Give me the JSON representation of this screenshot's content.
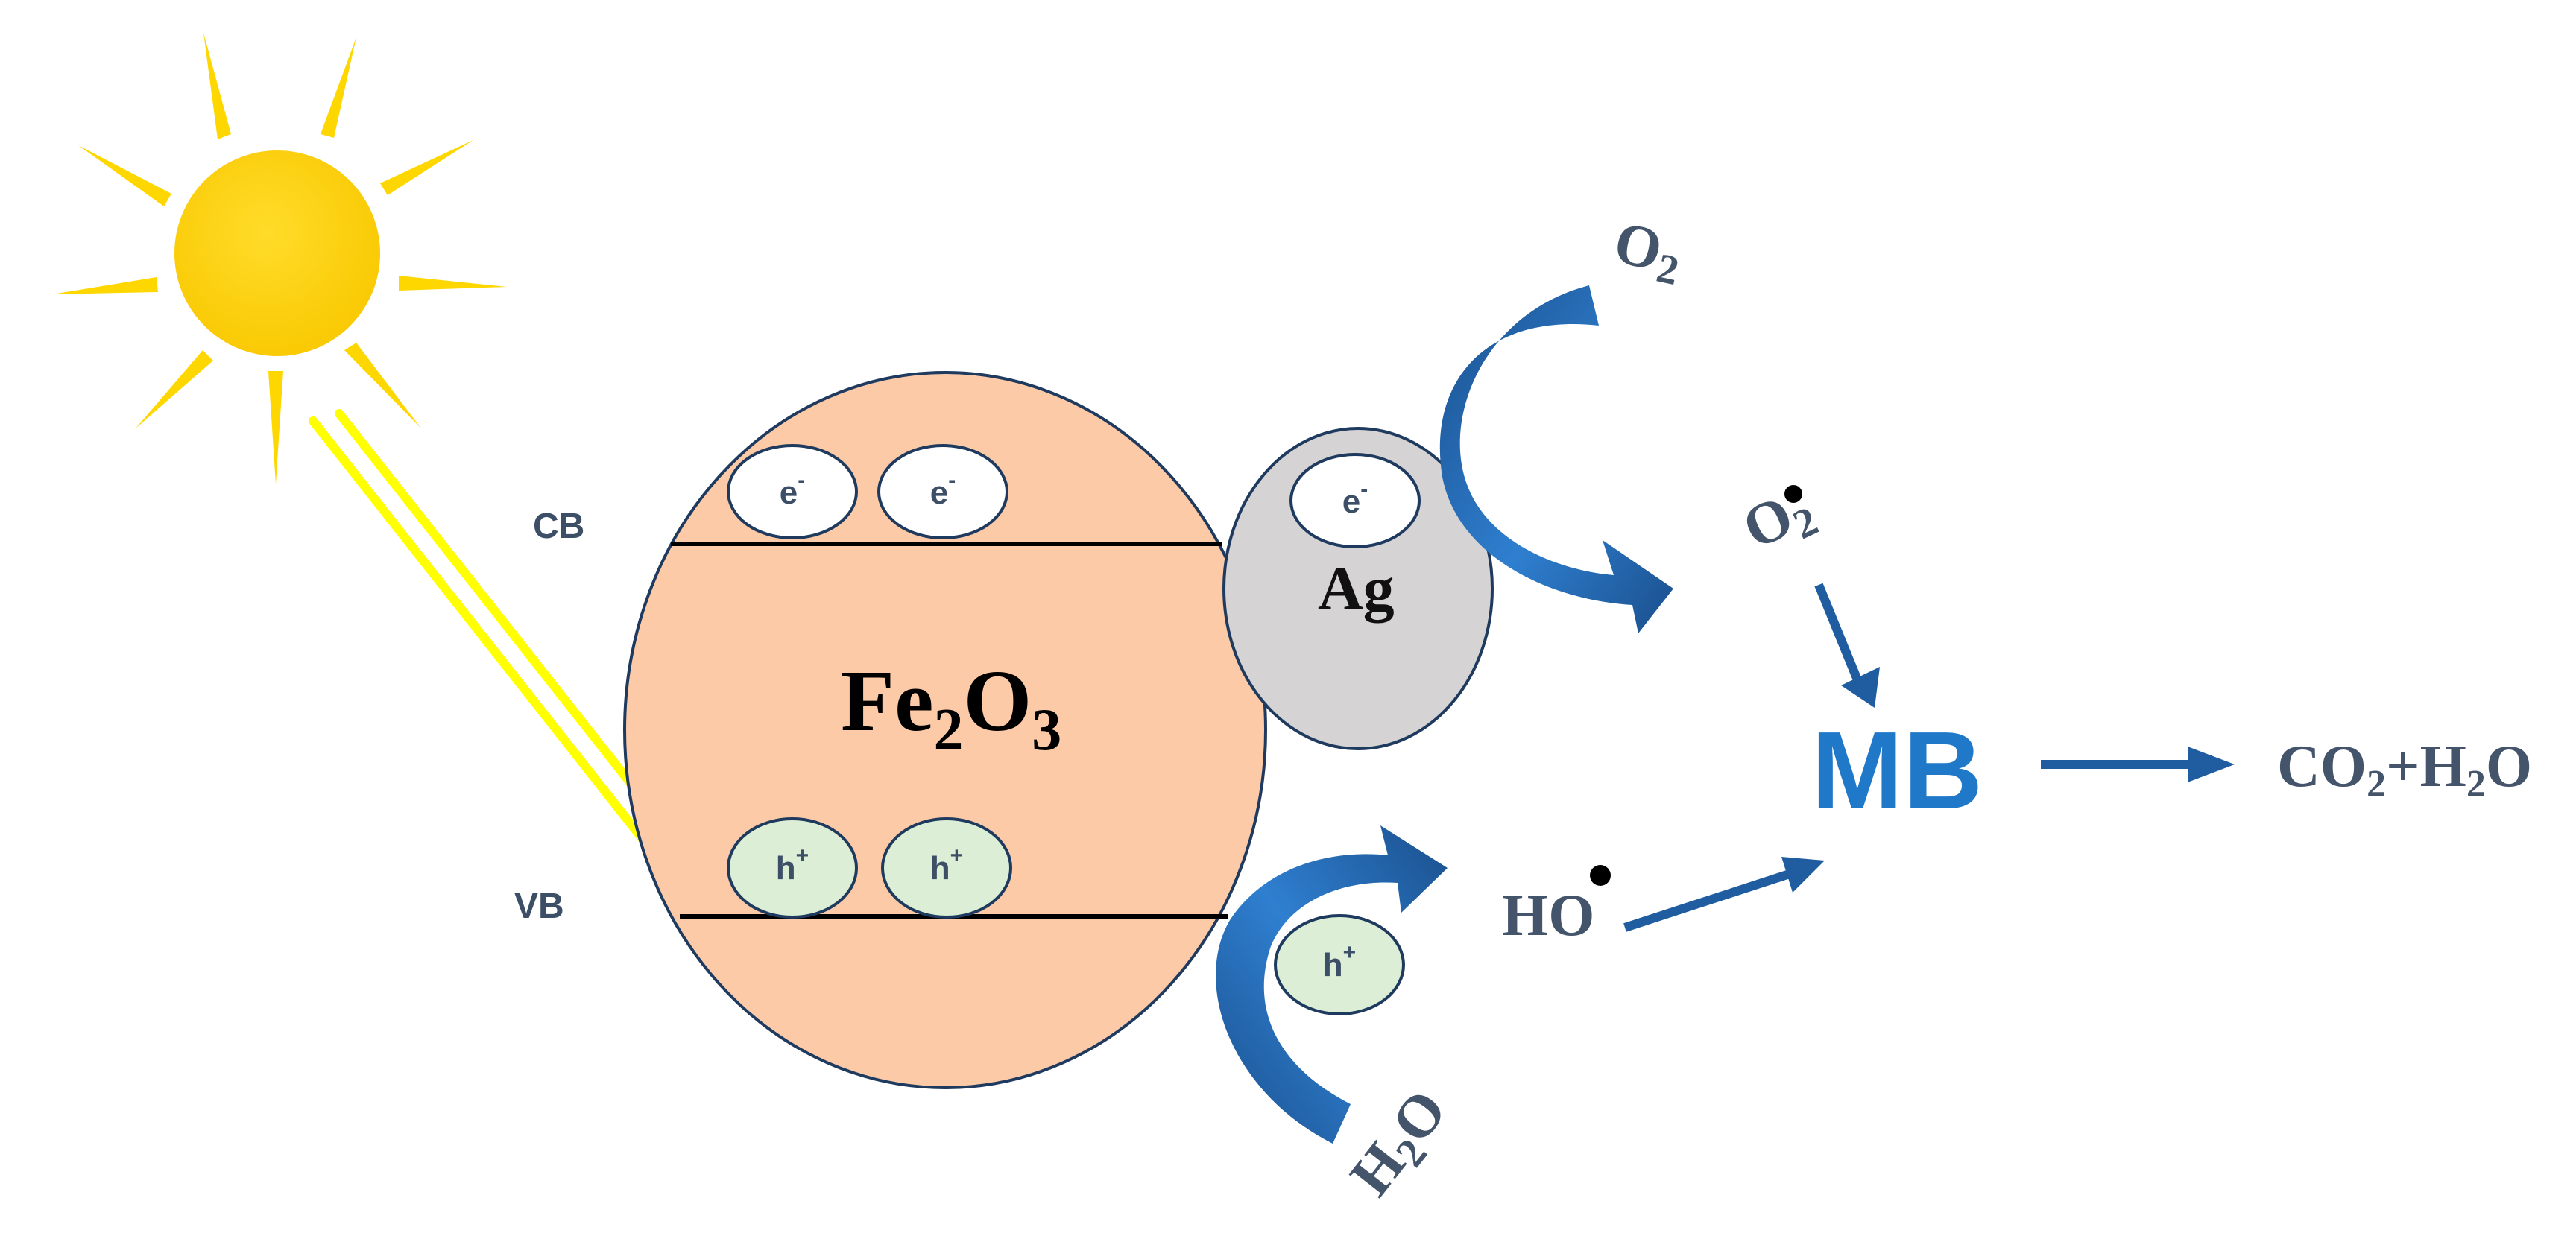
{
  "bands": {
    "conduction": "CB",
    "valence": "VB"
  },
  "semiconductor": {
    "base": "Fe",
    "sub1": "2",
    "mid": "O",
    "sub2": "3"
  },
  "cocatalyst": "Ag",
  "carriers": {
    "electron": {
      "base": "e",
      "sup": "-"
    },
    "hole": {
      "base": "h",
      "sup": "+"
    }
  },
  "species": {
    "oxygen": {
      "base": "O",
      "sub": "2"
    },
    "superoxide": {
      "base": "O",
      "sub": "2"
    },
    "water": {
      "base": "H",
      "sub": "2",
      "tail": "O"
    },
    "hydroxyl": {
      "base": "HO"
    },
    "dye": "MB",
    "products": {
      "a": "CO",
      "a_sub": "2",
      "plus": "+H",
      "b_sub": "2",
      "b": "O"
    }
  },
  "colors": {
    "sun": "#ffd700",
    "semiconductor": "#fdcaa8",
    "silver": "#d6d3d4",
    "electron_fill": "#ffffff",
    "hole_fill": "#dcefd6",
    "arrow_blue": "#1f5da0",
    "curve_blue_light": "#2f7fd0",
    "curve_blue_dark": "#1a4f8c",
    "light_beam": "#ffff00",
    "text_dark": "#44546a",
    "mb_blue": "#1f78c8"
  }
}
